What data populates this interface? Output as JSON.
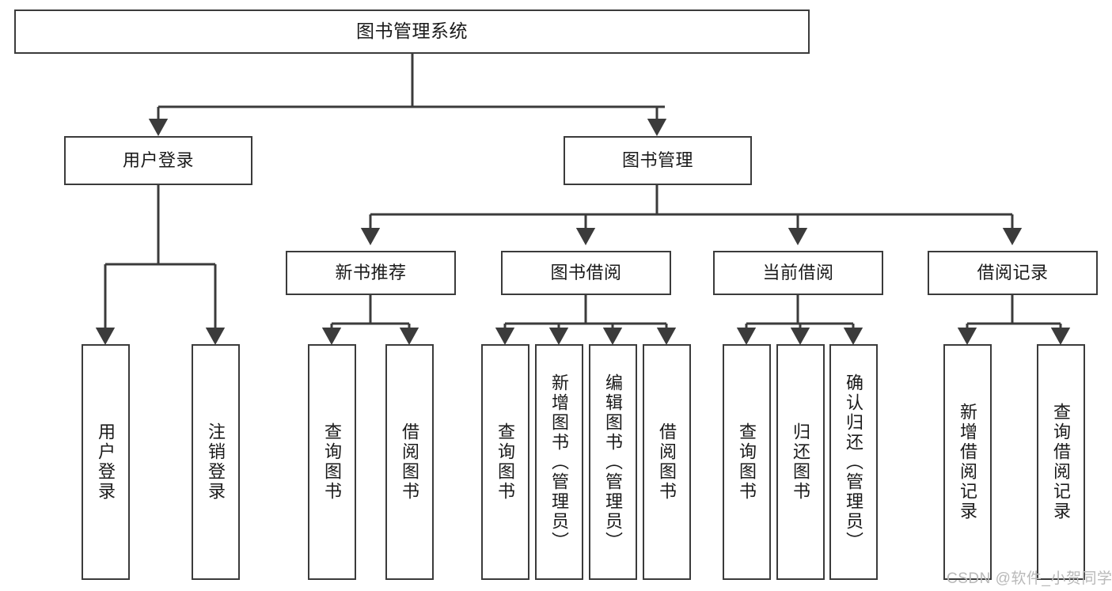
{
  "diagram": {
    "title": "图书管理系统",
    "type": "tree-hierarchy",
    "orientation": "top-down",
    "colors": {
      "background": "#ffffff",
      "box_border": "#3b3b3b",
      "box_fill": "#ffffff",
      "connector": "#3b3b3b",
      "text": "#1a1a1a",
      "watermark": "#b9b9b9"
    },
    "nodes": {
      "root": {
        "label": "图书管理系统",
        "level": 1
      },
      "level2": [
        {
          "id": "user-login",
          "label": "用户登录"
        },
        {
          "id": "book-manage",
          "label": "图书管理"
        }
      ],
      "level3": [
        {
          "id": "new-book-recommend",
          "label": "新书推荐",
          "parent": "book-manage"
        },
        {
          "id": "book-borrow",
          "label": "图书借阅",
          "parent": "book-manage"
        },
        {
          "id": "current-borrow",
          "label": "当前借阅",
          "parent": "book-manage"
        },
        {
          "id": "borrow-record",
          "label": "借阅记录",
          "parent": "book-manage"
        }
      ],
      "leaves": [
        {
          "id": "leaf-user-login",
          "label": "用户登录",
          "parent": "user-login"
        },
        {
          "id": "leaf-logout-login",
          "label": "注销登录",
          "parent": "user-login"
        },
        {
          "id": "leaf-query-book-1",
          "label": "查询图书",
          "parent": "new-book-recommend"
        },
        {
          "id": "leaf-borrow-book-1",
          "label": "借阅图书",
          "parent": "new-book-recommend"
        },
        {
          "id": "leaf-query-book-2",
          "label": "查询图书",
          "parent": "book-borrow"
        },
        {
          "id": "leaf-add-book",
          "label": "新增图书（管理员）",
          "parent": "book-borrow"
        },
        {
          "id": "leaf-edit-book",
          "label": "编辑图书（管理员）",
          "parent": "book-borrow"
        },
        {
          "id": "leaf-borrow-book-2",
          "label": "借阅图书",
          "parent": "book-borrow"
        },
        {
          "id": "leaf-query-book-3",
          "label": "查询图书",
          "parent": "current-borrow"
        },
        {
          "id": "leaf-return-book",
          "label": "归还图书",
          "parent": "current-borrow"
        },
        {
          "id": "leaf-confirm-return",
          "label": "确认归还（管理员）",
          "parent": "current-borrow"
        },
        {
          "id": "leaf-add-record",
          "label": "新增借阅记录",
          "parent": "borrow-record"
        },
        {
          "id": "leaf-query-record",
          "label": "查询借阅记录",
          "parent": "borrow-record"
        }
      ]
    }
  },
  "watermark": {
    "text": "CSDN @软件_小贺同学"
  }
}
